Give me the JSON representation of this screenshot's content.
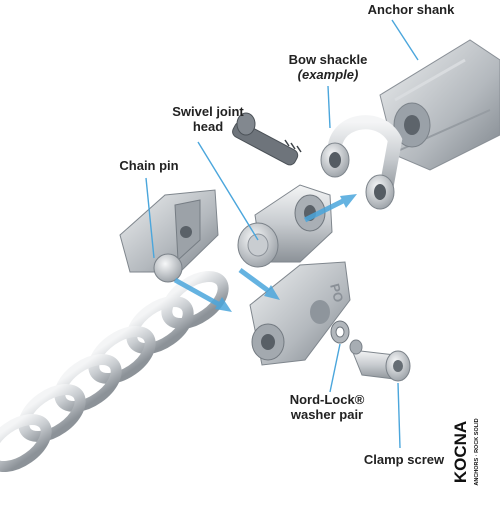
{
  "labels": {
    "anchor_shank": "Anchor shank",
    "bow_shackle": "Bow shackle",
    "bow_shackle_note": "(example)",
    "swivel_head_line1": "Swivel joint",
    "swivel_head_line2": "head",
    "chain_pin": "Chain pin",
    "nordlock_line1": "Nord-Lock®",
    "nordlock_line2": "washer pair",
    "clamp_screw": "Clamp screw"
  },
  "brand": {
    "name": "KOCNA",
    "tagline": "ANCHORS · ROCK SOLID"
  },
  "colors": {
    "callout_line": "#4ba6dc",
    "metal_light": "#e4e6e8",
    "metal_mid": "#b9bdc2",
    "metal_dark": "#7f868d",
    "label_text": "#222222"
  }
}
